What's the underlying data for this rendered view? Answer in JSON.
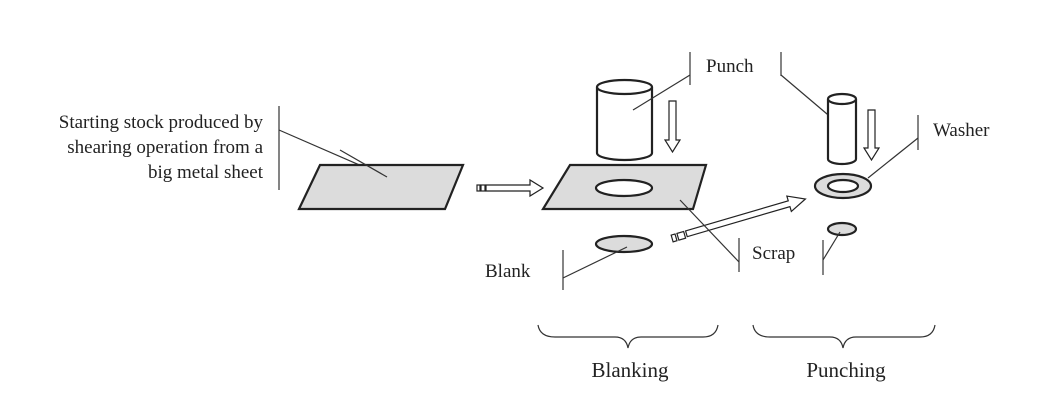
{
  "labels": {
    "stock_line1": "Starting stock produced by",
    "stock_line2": "shearing operation from a",
    "stock_line3": "big metal sheet",
    "punch": "Punch",
    "washer": "Washer",
    "scrap": "Scrap",
    "blank": "Blank",
    "blanking": "Blanking",
    "punching": "Punching"
  },
  "colors": {
    "sheet_fill": "#dcdcdc",
    "outline": "#222222",
    "background": "#ffffff"
  }
}
